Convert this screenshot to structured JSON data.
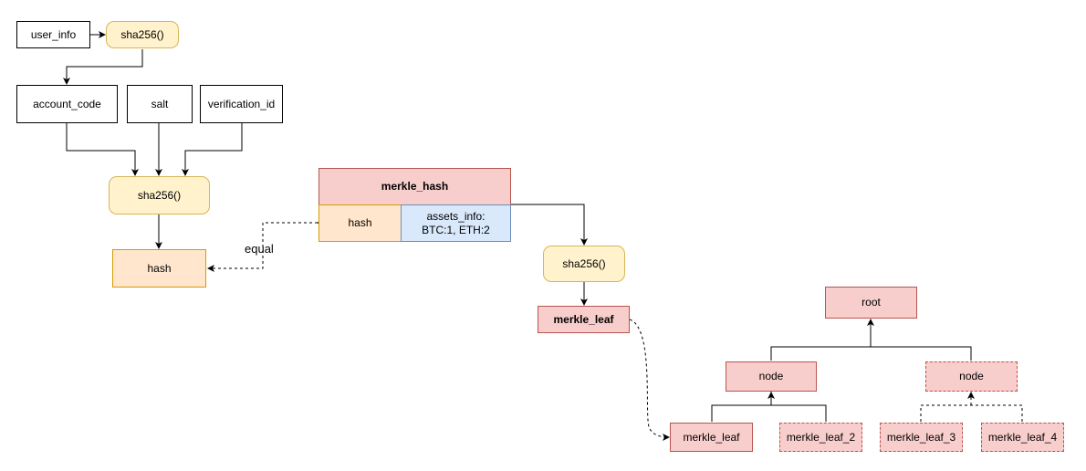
{
  "colors": {
    "plain_fill": "#ffffff",
    "plain_stroke": "#000000",
    "hash_fn_fill": "#fff2cc",
    "hash_fn_stroke": "#d6b656",
    "hash_fill": "#ffe6cc",
    "hash_stroke": "#d79b00",
    "merkle_fill": "#f8cecc",
    "merkle_stroke": "#b85450",
    "assets_fill": "#dae8fc",
    "assets_stroke": "#6c8ebf"
  },
  "inputs": {
    "user_info": "user_info",
    "sha256_top": "sha256()",
    "account_code": "account_code",
    "salt": "salt",
    "verification_id": "verification_id",
    "sha256_mid": "sha256()",
    "hash": "hash"
  },
  "edge_labels": {
    "equal": "equal"
  },
  "merkle_hash": {
    "title": "merkle_hash",
    "hash_cell": "hash",
    "assets_cell": "assets_info:\nBTC:1, ETH:2"
  },
  "leaf_calc": {
    "sha256": "sha256()",
    "merkle_leaf": "merkle_leaf"
  },
  "tree": {
    "root": "root",
    "node_left": "node",
    "node_right": "node",
    "leaf_1": "merkle_leaf",
    "leaf_2": "merkle_leaf_2",
    "leaf_3": "merkle_leaf_3",
    "leaf_4": "merkle_leaf_4"
  }
}
